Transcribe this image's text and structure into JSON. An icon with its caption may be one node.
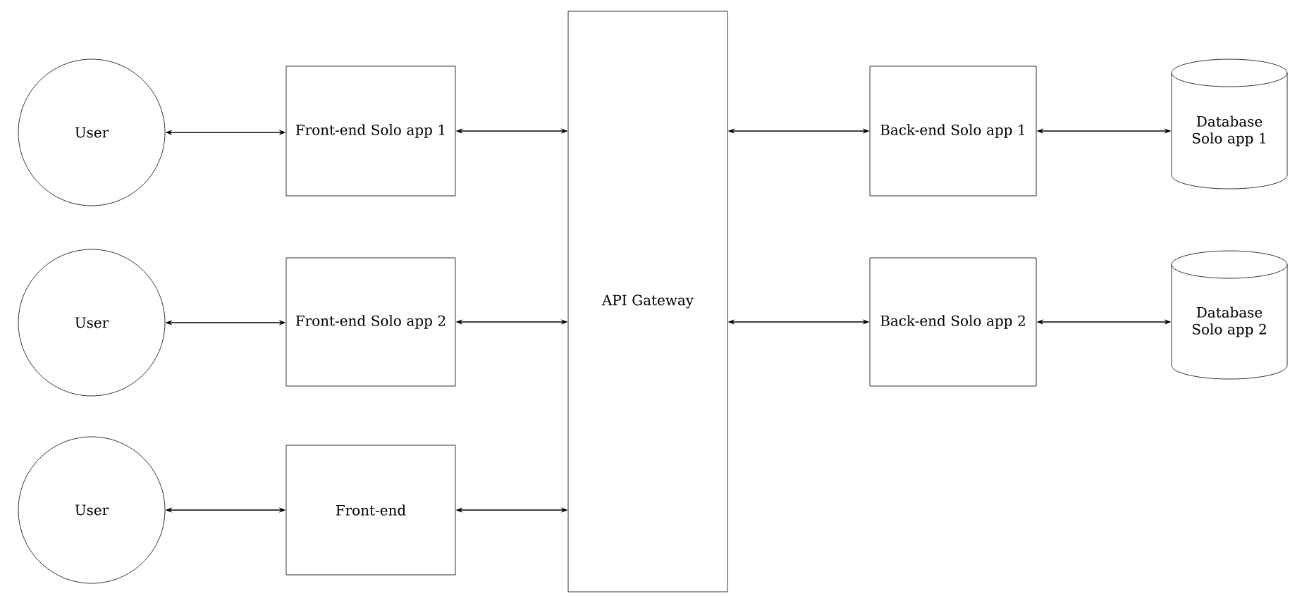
{
  "diagram": {
    "nodes": [
      {
        "text": [
          "User"
        ]
      },
      {
        "text": [
          "Front-end Solo app 1"
        ]
      },
      {
        "text": [
          "API Gateway"
        ]
      },
      {
        "text": [
          "Back-end Solo app 1"
        ]
      },
      {
        "text": [
          "Database Solo app 1"
        ]
      },
      {
        "text": [
          "User"
        ]
      },
      {
        "text": [
          "Front-end Solo app 2"
        ]
      },
      {
        "text": [
          "Back-end Solo app 2"
        ]
      },
      {
        "text": [
          "Database Solo app 2"
        ]
      },
      {
        "text": [
          "User"
        ]
      },
      {
        "text": [
          "Front-end"
        ]
      }
    ],
    "edges": [
      {
        "from": 0,
        "to": 1,
        "arrow": "both"
      },
      {
        "from": 1,
        "to": 2,
        "arrow": "both"
      },
      {
        "from": 2,
        "to": 3,
        "arrow": "both"
      },
      {
        "from": 3,
        "to": 4,
        "arrow": "both"
      },
      {
        "from": 5,
        "to": 6,
        "arrow": "both"
      },
      {
        "from": 6,
        "to": 2,
        "arrow": "both"
      },
      {
        "from": 2,
        "to": 7,
        "arrow": "both"
      },
      {
        "from": 7,
        "to": 8,
        "arrow": "both"
      },
      {
        "from": 9,
        "to": 10,
        "arrow": "both"
      },
      {
        "from": 10,
        "to": 2,
        "arrow": "both"
      }
    ]
  }
}
